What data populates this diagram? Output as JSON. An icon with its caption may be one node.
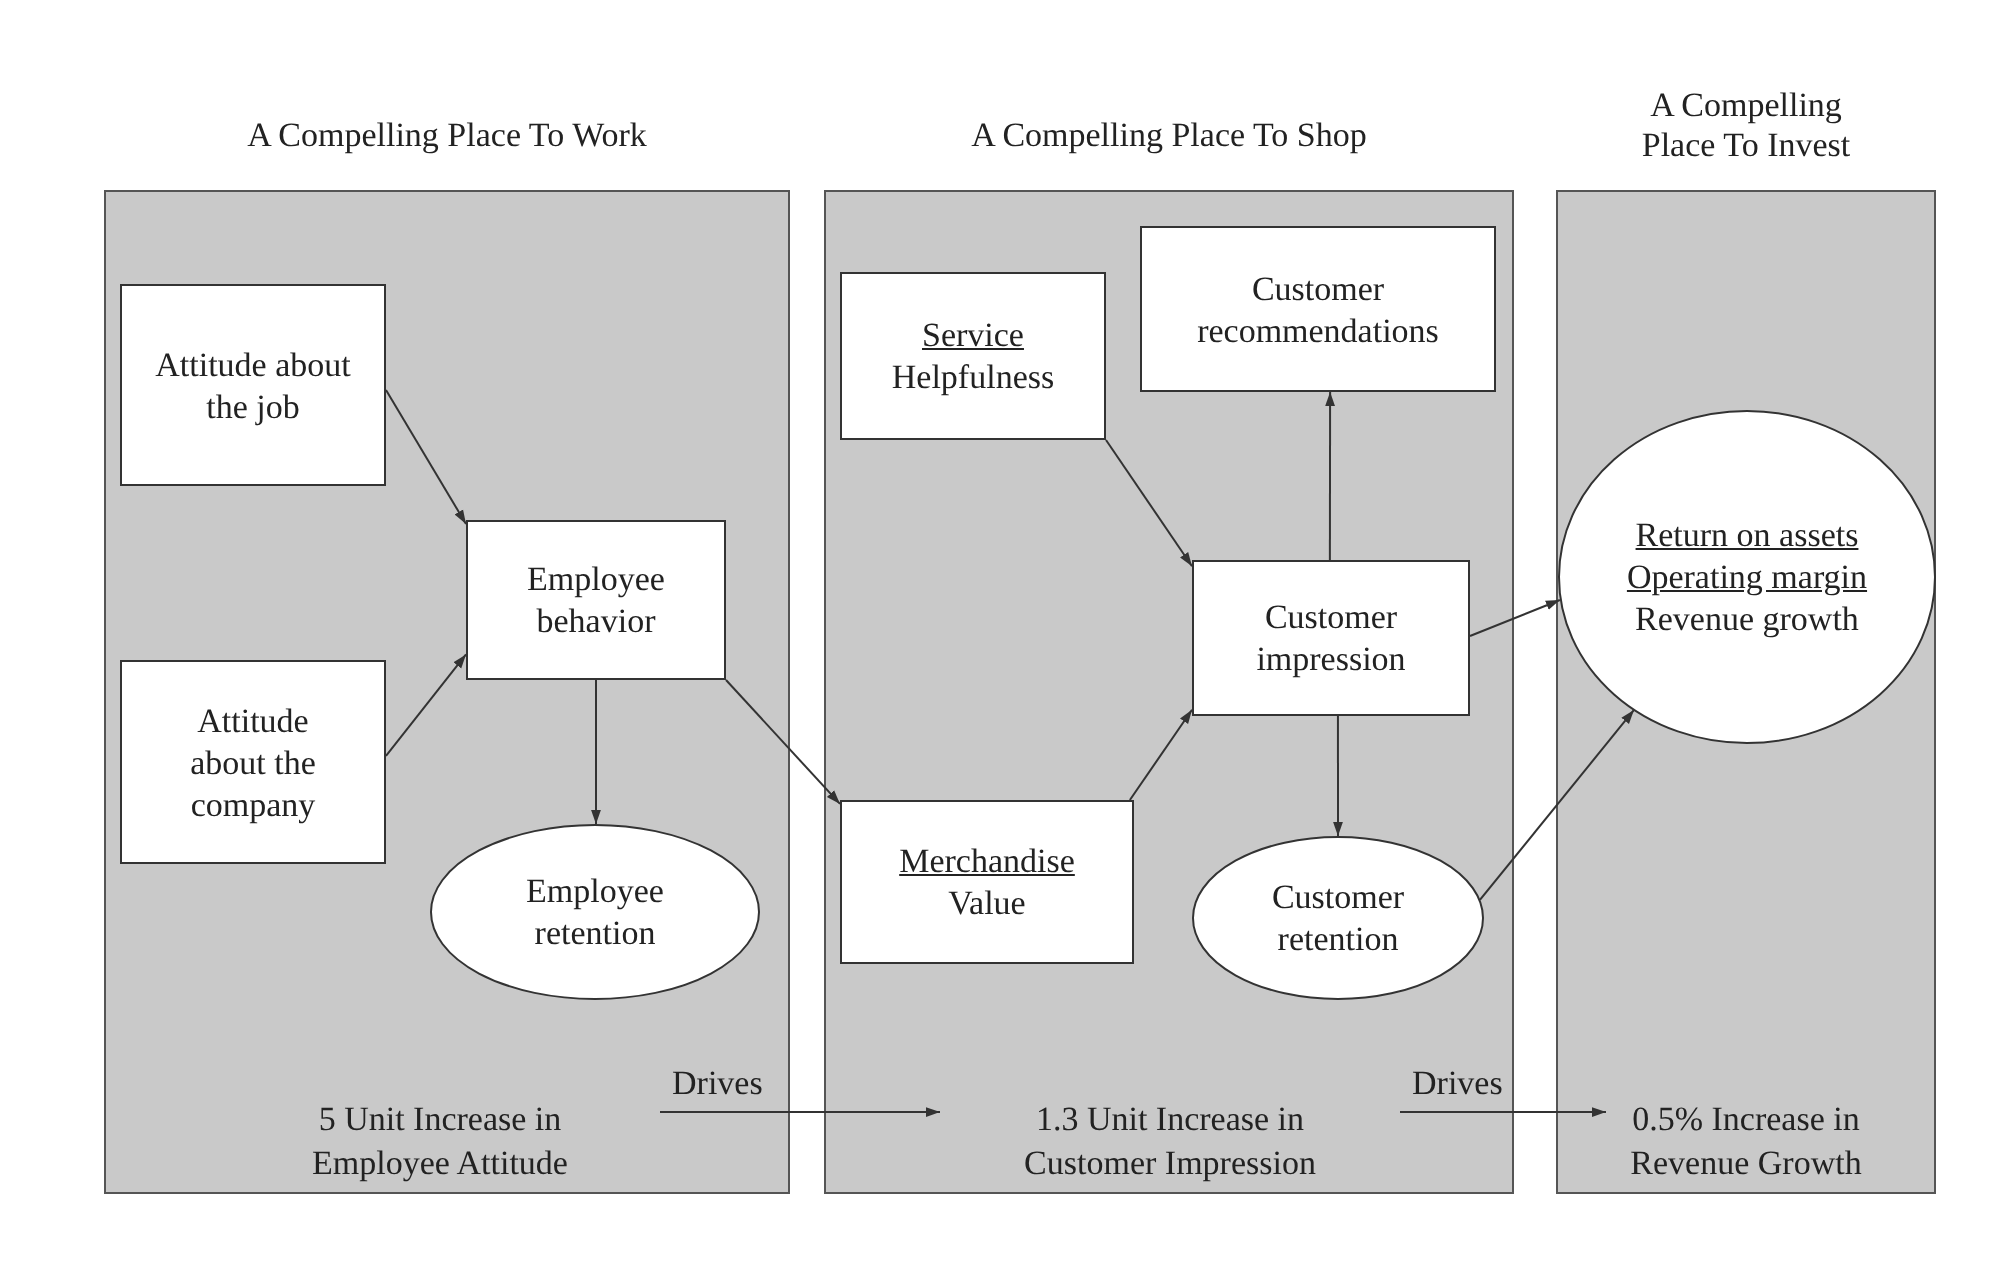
{
  "diagram": {
    "nodes": [
      {
        "text": [
          "A Compelling Place To Work"
        ]
      },
      {
        "text": [
          "Attitude about the job"
        ],
        "in": 0
      },
      {
        "text": [
          "Attitude about the company"
        ],
        "in": 0
      },
      {
        "text": [
          "Employee behavior"
        ],
        "in": 0
      },
      {
        "text": [
          "Employee retention"
        ],
        "in": 0
      },
      {
        "text": [
          "5 Unit Increase in Employee Attitude"
        ],
        "in": 0
      },
      {
        "text": [
          "A Compelling Place To Shop"
        ]
      },
      {
        "text": [
          "Service",
          "Helpfulness"
        ],
        "in": 6
      },
      {
        "text": [
          "Customer recommendations"
        ],
        "in": 6
      },
      {
        "text": [
          "Customer impression"
        ],
        "in": 6
      },
      {
        "text": [
          "Merchandise",
          "Value"
        ],
        "in": 6
      },
      {
        "text": [
          "Customer retention"
        ],
        "in": 6
      },
      {
        "text": [
          "1.3 Unit Increase in Customer Impression"
        ],
        "in": 6
      },
      {
        "text": [
          "A Compelling Place To Invest"
        ]
      },
      {
        "text": [
          "Return on assets",
          "Operating margin",
          "Revenue growth"
        ],
        "in": 13
      },
      {
        "text": [
          "0.5% Increase in Revenue Growth"
        ],
        "in": 13
      }
    ],
    "edges": [
      {
        "from": 1,
        "to": 3,
        "arrow": "to"
      },
      {
        "from": 2,
        "to": 3,
        "arrow": "to"
      },
      {
        "from": 3,
        "to": 4,
        "arrow": "to"
      },
      {
        "from": 3,
        "to": 10,
        "arrow": "to"
      },
      {
        "from": 7,
        "to": 9,
        "arrow": "to"
      },
      {
        "from": 10,
        "to": 9,
        "arrow": "to"
      },
      {
        "from": 9,
        "to": 8,
        "arrow": "to"
      },
      {
        "from": 9,
        "to": 11,
        "arrow": "to"
      },
      {
        "from": 9,
        "to": 14,
        "arrow": "to"
      },
      {
        "from": 11,
        "to": 14,
        "arrow": "to"
      },
      {
        "from": 5,
        "to": 12,
        "label": "Drives",
        "arrow": "to"
      },
      {
        "from": 12,
        "to": 15,
        "label": "Drives",
        "arrow": "to"
      }
    ]
  }
}
